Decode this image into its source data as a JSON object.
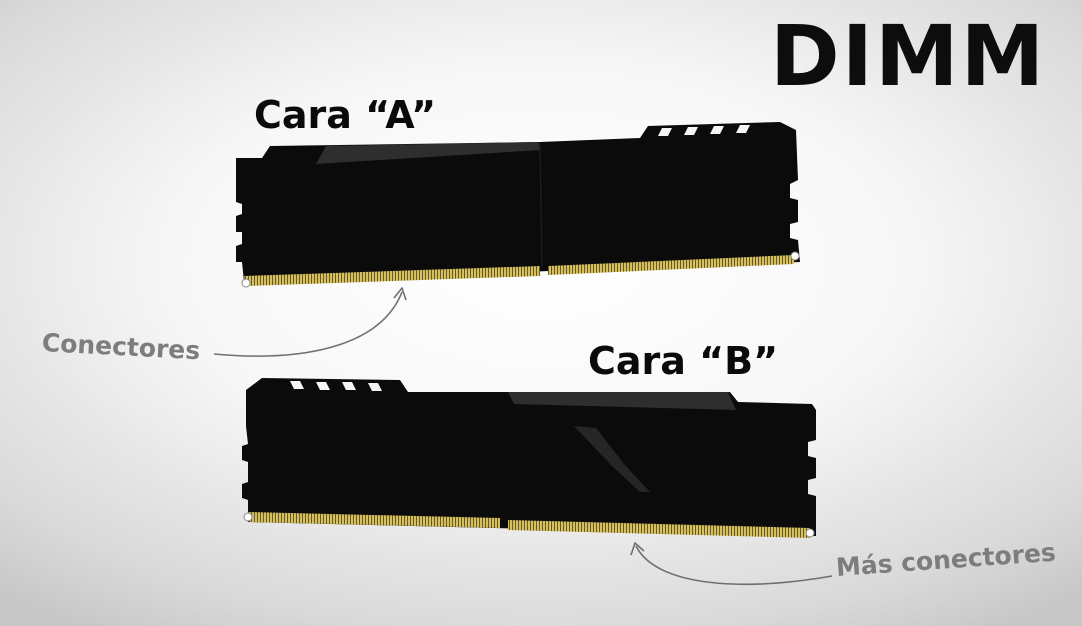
{
  "title": "DIMM",
  "faces": {
    "a_label": "Cara “A”",
    "b_label": "Cara “B”"
  },
  "annotations": {
    "connectors": "Conectores",
    "more_connectors": "Más conectores"
  },
  "colors": {
    "module_body": "#0b0b0b",
    "heatsink_highlight": "#2e2e2e",
    "gold_contacts": "#c8b45a",
    "annotation_text": "#7d7d7d"
  },
  "icons": [
    "curved-arrow-icon"
  ]
}
